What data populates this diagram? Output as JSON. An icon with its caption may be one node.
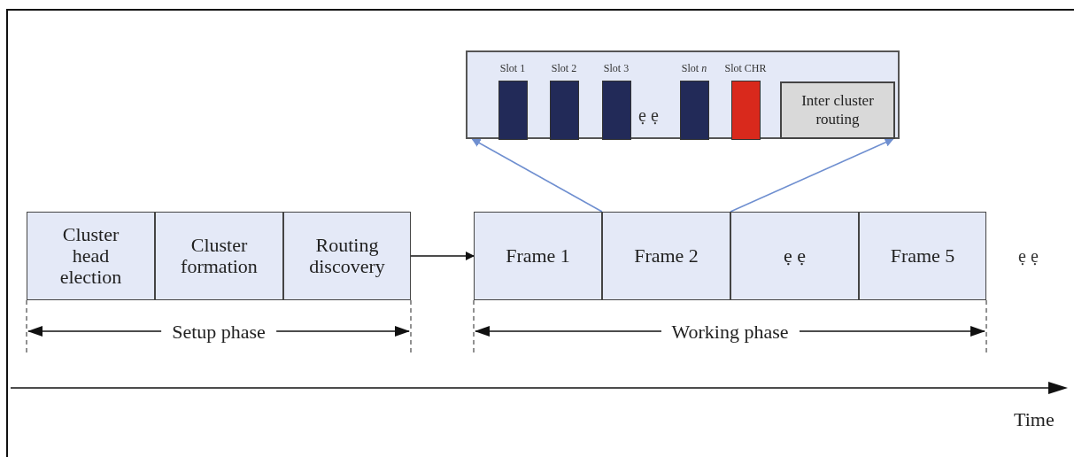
{
  "diagram": {
    "nodes": [
      {
        "text": [
          "Cluster head election"
        ]
      },
      {
        "text": [
          "Cluster formation"
        ]
      },
      {
        "text": [
          "Routing discovery"
        ]
      },
      {
        "text": [
          "Frame 1"
        ]
      },
      {
        "text": [
          "Frame 2"
        ]
      },
      {
        "text": [
          "ẹ ẹ"
        ]
      },
      {
        "text": [
          "Frame 5"
        ]
      },
      {
        "text": [],
        "shape": "box"
      },
      {
        "text": [
          "Slot 1"
        ],
        "in": 7
      },
      {
        "text": [
          "Slot 2"
        ],
        "in": 7
      },
      {
        "text": [
          "Slot 3"
        ],
        "in": 7
      },
      {
        "text": [
          "Slot *n*"
        ],
        "in": 7
      },
      {
        "text": [
          "Slot CHR"
        ],
        "in": 7
      },
      {
        "text": [
          "Inter cluster routing"
        ],
        "in": 7
      }
    ],
    "edges": [
      {
        "from": 2,
        "to": 3,
        "arrow": "to",
        "color": "#111111"
      },
      {
        "from": 4,
        "to": 7,
        "arrow": "to",
        "color": "#6f8fd0"
      },
      {
        "from": 4,
        "to": 7,
        "arrow": "to",
        "color": "#6f8fd0"
      }
    ],
    "labels": [
      "ẹ ẹ",
      "ẹ ẹ",
      "Setup phase",
      "Working phase",
      "Time"
    ]
  }
}
